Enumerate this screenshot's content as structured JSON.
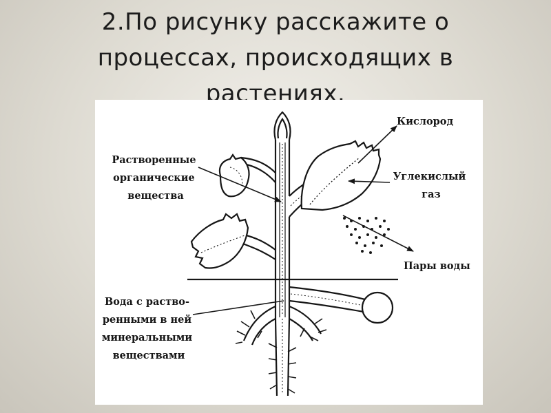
{
  "slide": {
    "title_lines": [
      "2.По рисунку расскажите о",
      "процессах, происходящих в",
      "растениях."
    ]
  },
  "diagram": {
    "labels": {
      "organic": [
        "Растворенные",
        "органические",
        "вещества"
      ],
      "oxygen": [
        "Кислород"
      ],
      "co2": [
        "Углекислый",
        "газ"
      ],
      "vapor": [
        "Пары воды"
      ],
      "water": [
        "Вода с раство-",
        "ренными в ней",
        "минеральными",
        "веществами"
      ]
    }
  },
  "colors": {
    "ink": "#161616",
    "panel": "#ffffff"
  }
}
